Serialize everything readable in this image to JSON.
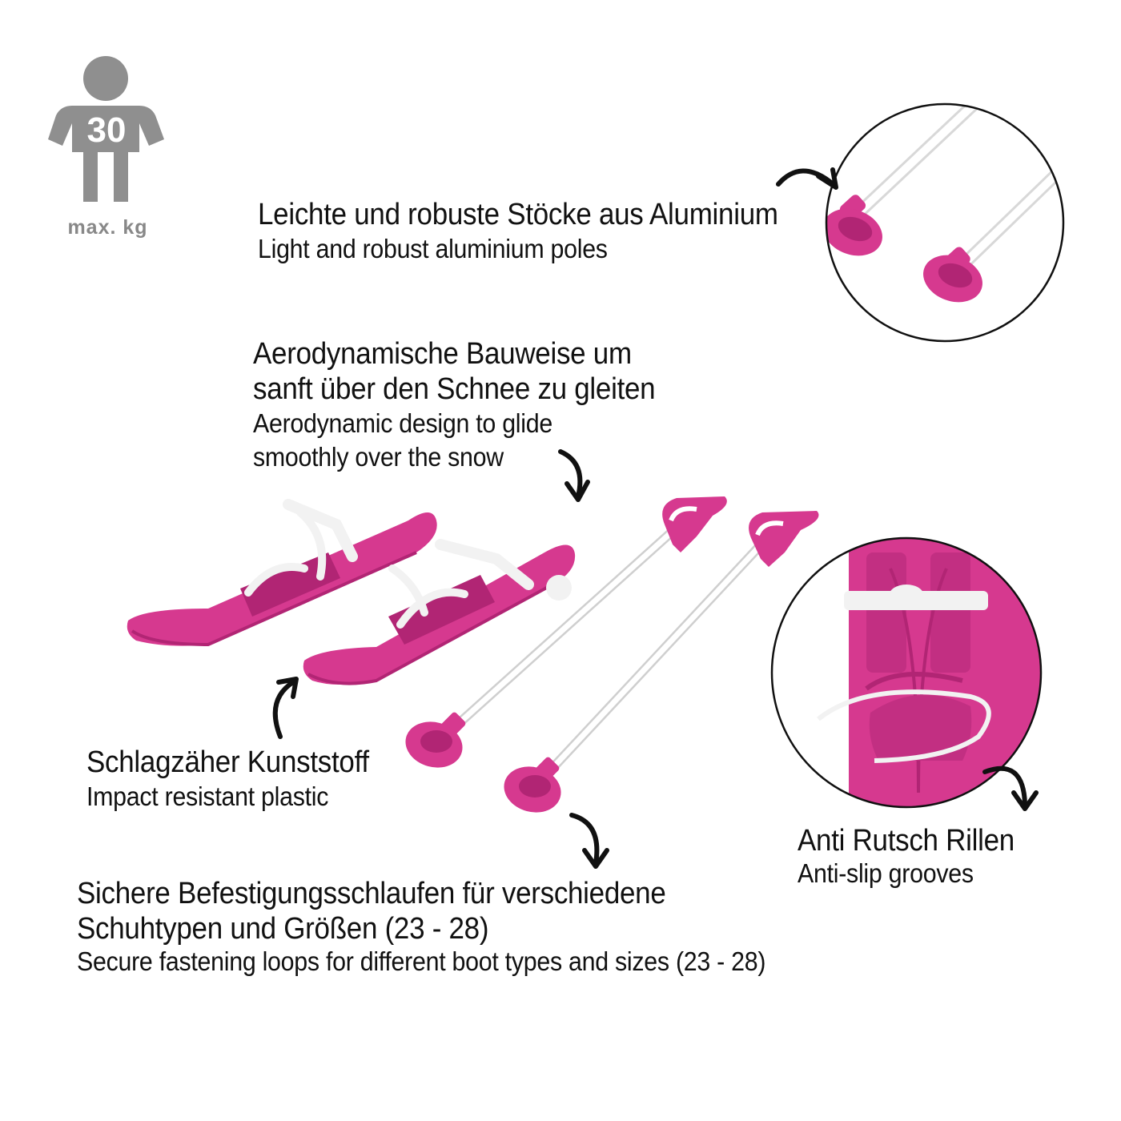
{
  "weight_badge": {
    "number": "30",
    "label": "max. kg",
    "icon": "person-silhouette-icon",
    "color": "#8f8f8f"
  },
  "callouts": {
    "poles": {
      "de": "Leichte und robuste Stöcke aus Aluminium",
      "en": "Light and robust aluminium poles"
    },
    "aero": {
      "de_line1": "Aerodynamische Bauweise um",
      "de_line2": "sanft über den Schnee zu gleiten",
      "en_line1": "Aerodynamic design to glide",
      "en_line2": "smoothly over the snow"
    },
    "plastic": {
      "de": "Schlagzäher Kunststoff",
      "en": "Impact resistant plastic"
    },
    "grooves": {
      "de": "Anti Rutsch Rillen",
      "en": "Anti-slip grooves"
    },
    "loops": {
      "de_line1": "Sichere Befestigungsschlaufen für verschiedene",
      "de_line2": "Schuhtypen und Größen (23 - 28)",
      "en": "Secure fastening loops for different boot types and sizes (23 - 28)"
    }
  },
  "colors": {
    "product_pink": "#d6398f",
    "product_pink_dark": "#b12574",
    "strap_white": "#f2f2f2",
    "arrow": "#111111"
  }
}
